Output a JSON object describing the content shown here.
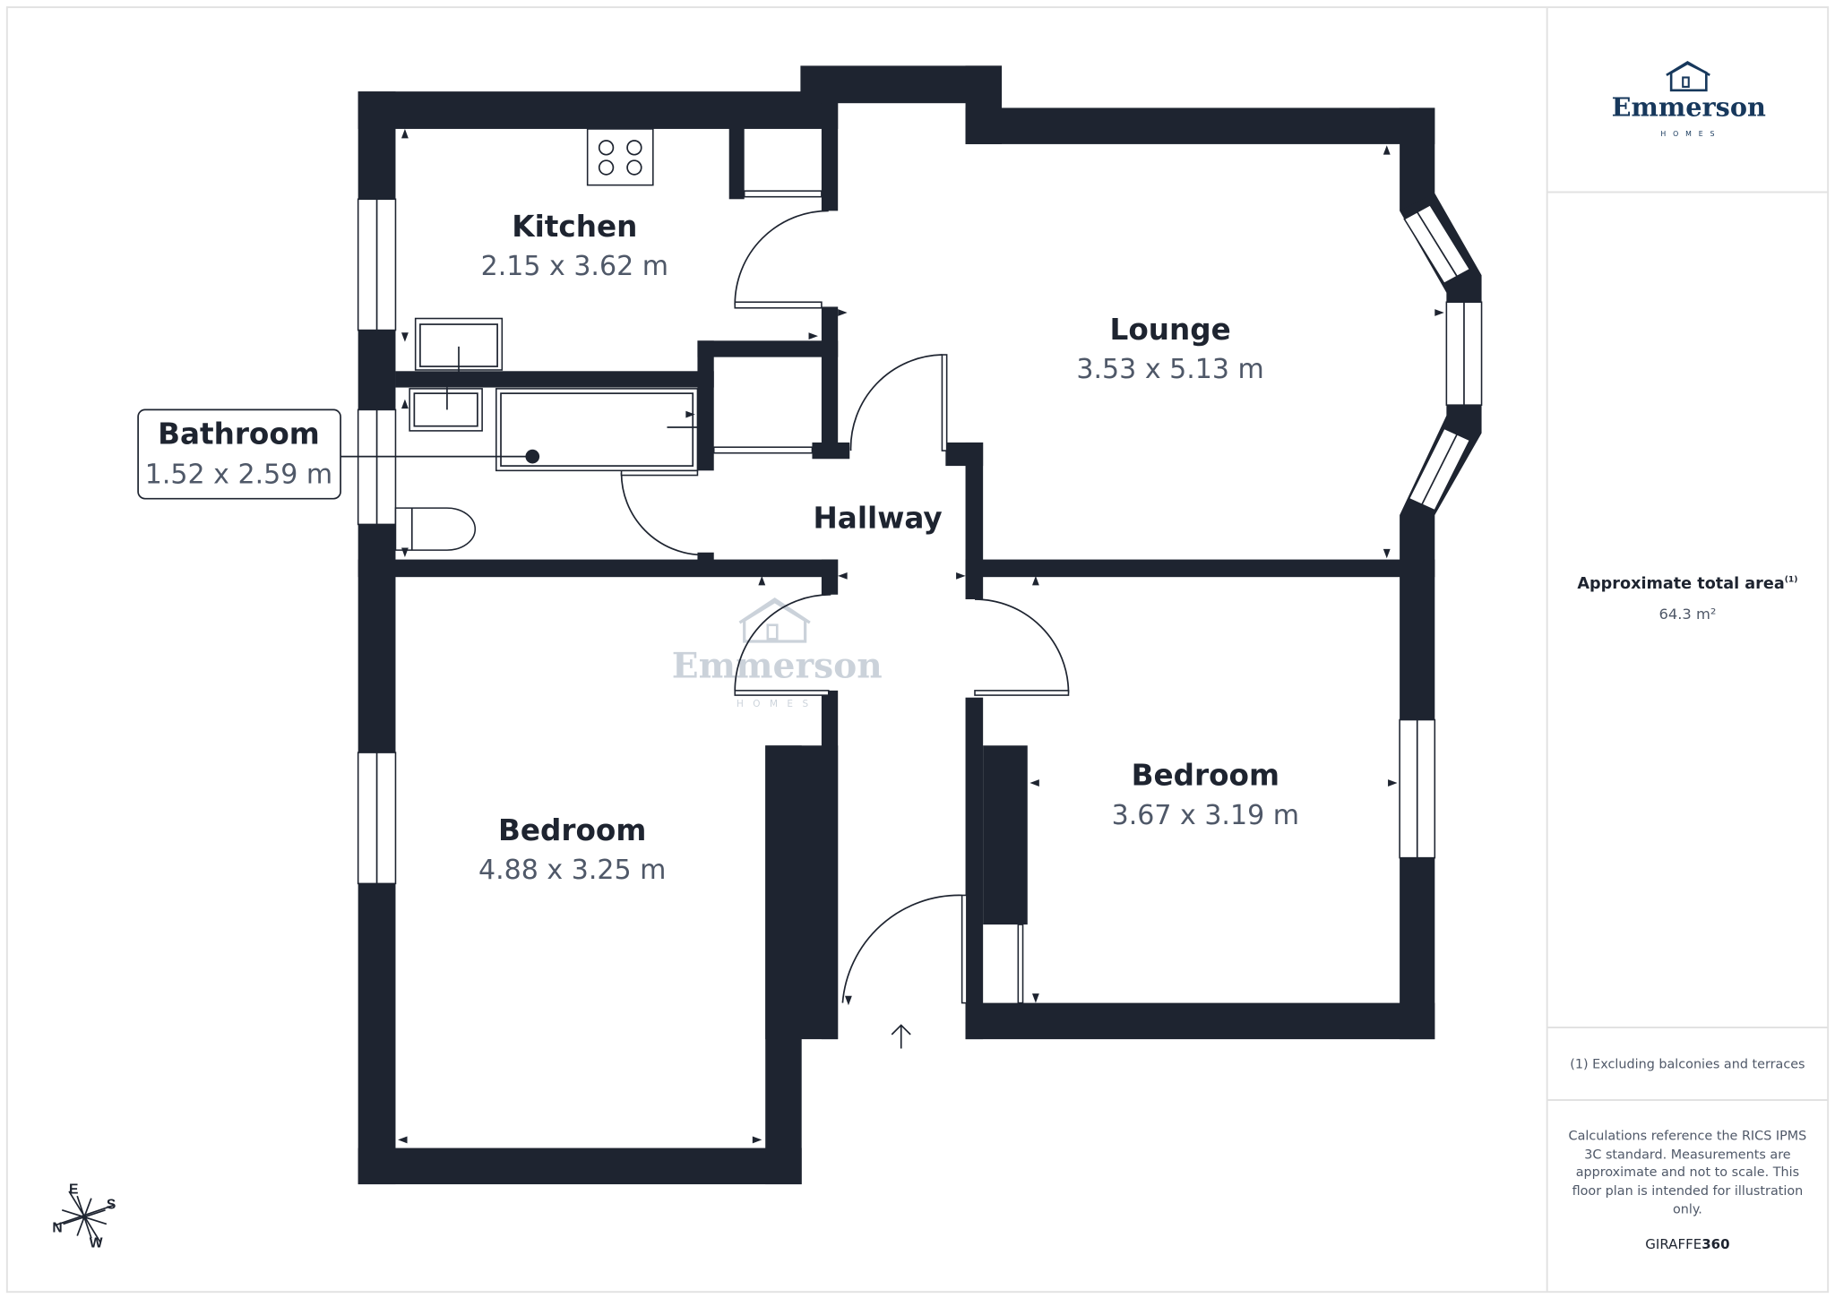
{
  "brand": {
    "name": "Emmerson",
    "tagline": "HOMES",
    "color": "#17385c"
  },
  "rooms": {
    "kitchen": {
      "name": "Kitchen",
      "dims": "2.15 x 3.62 m"
    },
    "lounge": {
      "name": "Lounge",
      "dims": "3.53 x 5.13 m"
    },
    "bathroom": {
      "name": "Bathroom",
      "dims": "1.52 x 2.59 m"
    },
    "hallway": {
      "name": "Hallway"
    },
    "bedroom_left": {
      "name": "Bedroom",
      "dims": "4.88 x 3.25 m"
    },
    "bedroom_right": {
      "name": "Bedroom",
      "dims": "3.67 x 3.19 m"
    }
  },
  "compass": {
    "e": "E",
    "s": "S",
    "n": "N",
    "w": "W"
  },
  "sidebar": {
    "area_label": "Approximate total area",
    "area_footnote_mark": "(1)",
    "area_value": "64.3 m²",
    "footnote": "(1) Excluding balconies and terraces",
    "disclaimer_lines": [
      "Calculations reference the RICS IPMS",
      "3C standard. Measurements are",
      "approximate and not to scale. This",
      "floor plan is intended for illustration",
      "only."
    ],
    "credit_a": "GIRAFFE",
    "credit_b": "360"
  },
  "colors": {
    "wall": "#1e2430",
    "text": "#1e2430",
    "muted": "#4f5868"
  }
}
